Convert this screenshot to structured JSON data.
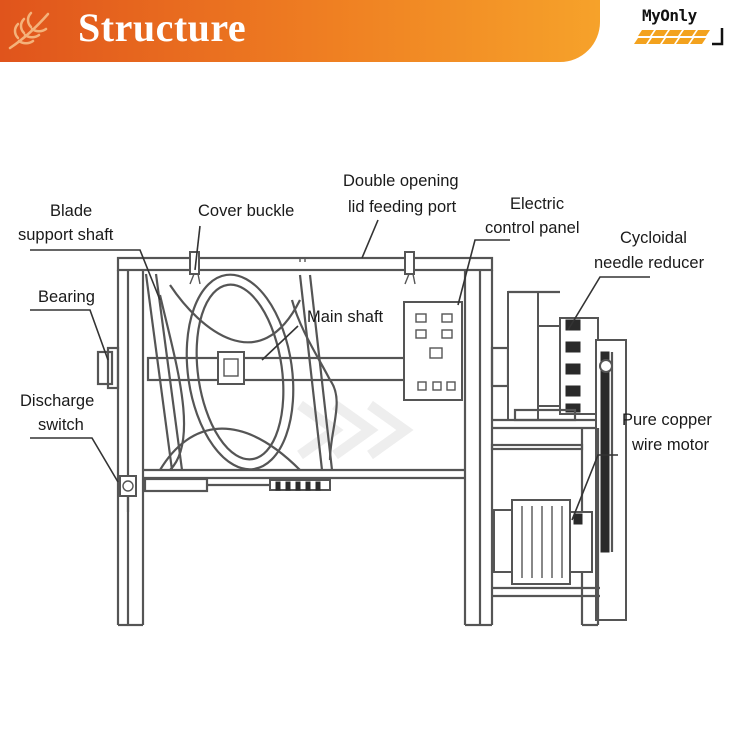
{
  "header": {
    "title": "Structure",
    "logo_text": "MyOnly",
    "colors": {
      "start": "#e0541c",
      "end": "#f6a22a"
    },
    "icons": [
      "wheat-icon",
      "wheat-stripe-logo-icon"
    ]
  },
  "labels": {
    "blade_support_shaft": [
      "Blade",
      "support shaft"
    ],
    "cover_buckle": "Cover buckle",
    "double_opening": [
      "Double opening",
      "lid feeding port"
    ],
    "electric_panel": [
      "Electric",
      "control panel"
    ],
    "cycloidal_reducer": [
      "Cycloidal",
      "needle reducer"
    ],
    "bearing": "Bearing",
    "main_shaft": "Main shaft",
    "discharge_switch": [
      "Discharge",
      "switch"
    ],
    "pure_copper_motor": [
      "Pure copper",
      "wire motor"
    ]
  }
}
